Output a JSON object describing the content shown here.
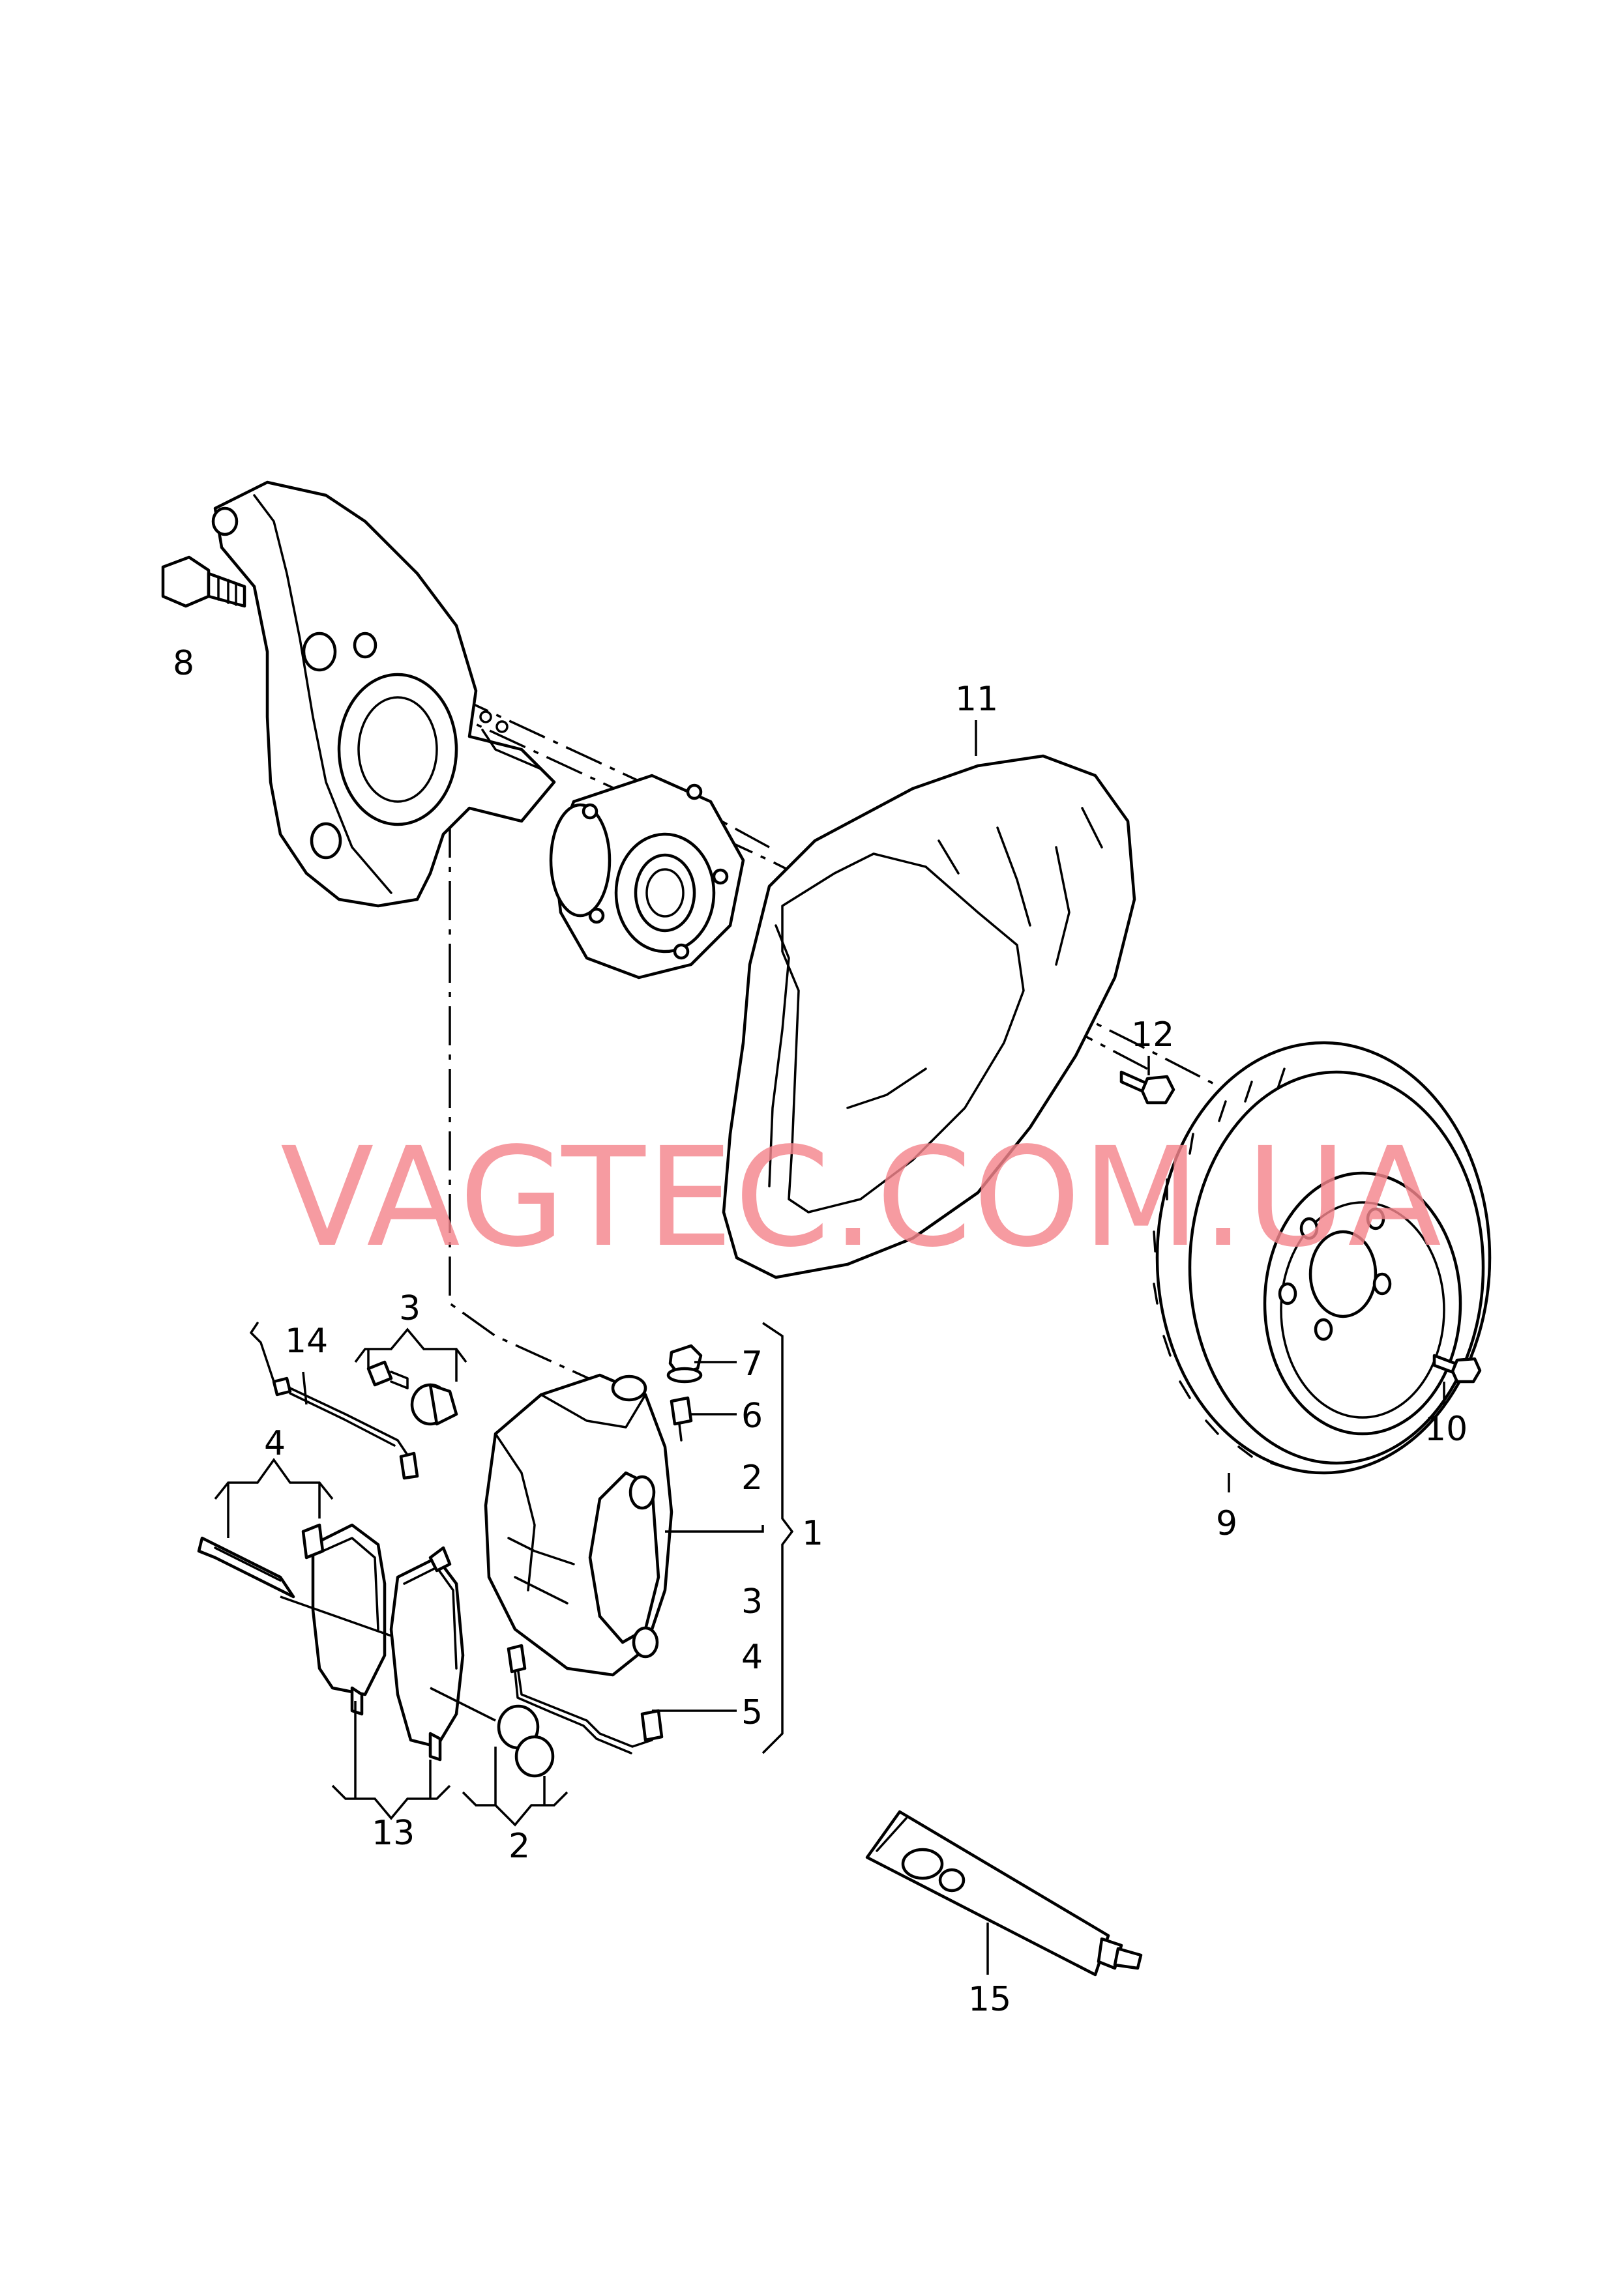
{
  "watermark": "VAGTEC.COM.UA",
  "colors": {
    "line": "#000000",
    "watermark": "#f4858c",
    "background": "#ffffff"
  },
  "callouts": {
    "c1": "1",
    "c2a": "2",
    "c2b": "2",
    "c3a": "3",
    "c3b": "3",
    "c4a": "4",
    "c4b": "4",
    "c5": "5",
    "c6": "6",
    "c7": "7",
    "c8": "8",
    "c9": "9",
    "c10": "10",
    "c11": "11",
    "c12": "12",
    "c13": "13",
    "c14": "14",
    "c15": "15"
  }
}
